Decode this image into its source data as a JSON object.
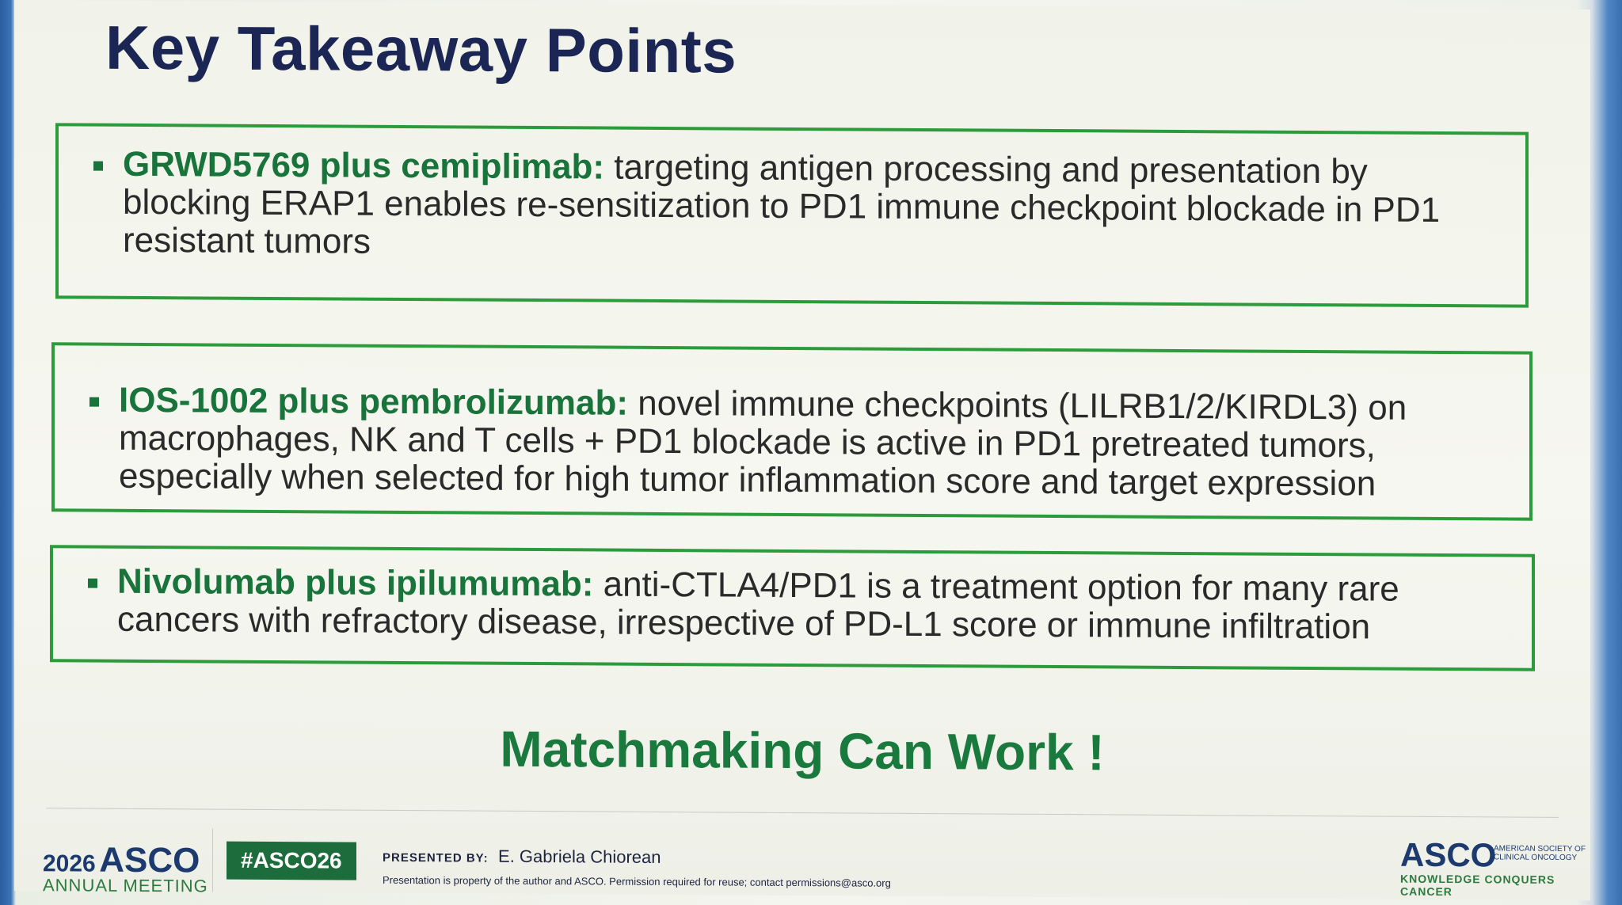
{
  "slide": {
    "title": "Key Takeaway Points",
    "points": [
      {
        "head": "GRWD5769 plus cemiplimab:",
        "text": " targeting antigen processing and presentation by blocking ERAP1 enables re-sensitization to PD1 immune checkpoint blockade in PD1 resistant tumors"
      },
      {
        "head": "IOS-1002 plus pembrolizumab:",
        "text": " novel immune checkpoints (LILRB1/2/KIRDL3) on macrophages, NK and T cells + PD1 blockade is active in PD1 pretreated tumors, especially when selected for high tumor inflammation score and target expression"
      },
      {
        "head": "Nivolumab plus ipilumumab:",
        "text": " anti-CTLA4/PD1 is a treatment option for many rare cancers with refractory disease, irrespective of PD-L1 score or immune infiltration"
      }
    ],
    "conclusion": "Matchmaking Can Work !"
  },
  "footer": {
    "meeting_year": "2026",
    "meeting_org": "ASCO",
    "meeting_name": "ANNUAL MEETING",
    "hashtag": "#ASCO26",
    "presented_by_label": "PRESENTED BY:",
    "presenter": "E. Gabriela Chiorean",
    "permission_note": "Presentation is property of the author and ASCO. Permission required for reuse; contact permissions@asco.org",
    "asco_logo_word": "ASCO",
    "asco_logo_small": "AMERICAN SOCIETY OF CLINICAL ONCOLOGY",
    "asco_tagline": "KNOWLEDGE CONQUERS CANCER"
  },
  "colors": {
    "title": "#1c2655",
    "accent_green": "#18743a",
    "box_border": "#2c9b3c"
  }
}
